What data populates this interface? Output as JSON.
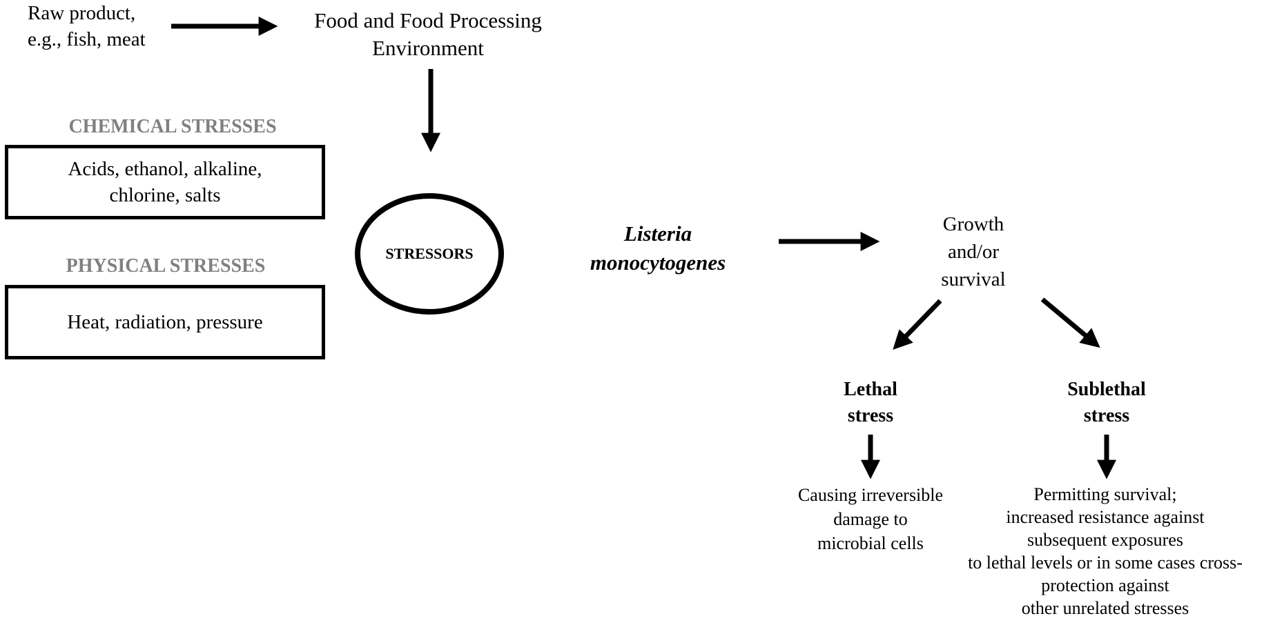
{
  "nodes": {
    "raw_product": "Raw product,\ne.g., fish, meat",
    "environment": "Food and Food Processing\nEnvironment",
    "chemical_heading": "CHEMICAL STRESSES",
    "chemical_box": "Acids, ethanol, alkaline,\nchlorine, salts",
    "physical_heading": "PHYSICAL STRESSES",
    "physical_box": "Heat, radiation, pressure",
    "stressors": "STRESSORS",
    "listeria": "Listeria\nmonocytogenes",
    "growth": "Growth\nand/or\nsurvival",
    "lethal": "Lethal\nstress",
    "sublethal": "Sublethal\nstress",
    "lethal_outcome": "Causing irreversible\ndamage to\nmicrobial cells",
    "sublethal_outcome": "Permitting survival;\nincreased resistance against\nsubsequent exposures\nto lethal levels or in some cases cross-\nprotection against\nother unrelated stresses"
  },
  "colors": {
    "ink": "#000000",
    "heading": "#808080"
  }
}
